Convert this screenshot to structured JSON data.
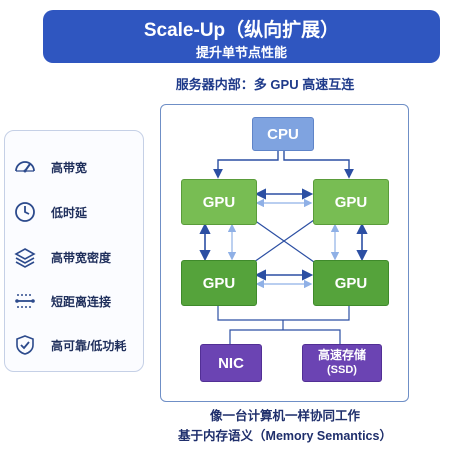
{
  "banner": {
    "title": "Scale-Up（纵向扩展）",
    "subtitle": "提升单节点性能"
  },
  "subheading": "服务器内部：多 GPU 高速互连",
  "sidebar": {
    "items": [
      {
        "icon": "gauge-icon",
        "label": "高带宽"
      },
      {
        "icon": "clock-icon",
        "label": "低时延"
      },
      {
        "icon": "layers-icon",
        "label": "高带宽密度"
      },
      {
        "icon": "short-link-icon",
        "label": "短距离连接"
      },
      {
        "icon": "shield-check-icon",
        "label": "高可靠/低功耗"
      }
    ]
  },
  "diagram": {
    "cpu": "CPU",
    "gpu_top_left": "GPU",
    "gpu_top_right": "GPU",
    "gpu_bottom_left": "GPU",
    "gpu_bottom_right": "GPU",
    "nic": "NIC",
    "storage_line1": "高速存储",
    "storage_line2": "(SSD)"
  },
  "footer": {
    "line1": "像一台计算机一样协同工作",
    "line2": "基于内存语义（Memory Semantics）"
  },
  "colors": {
    "banner": "#2f56c0",
    "cpu": "#7fa3e0",
    "gpu": "#6fb34b",
    "io": "#6b44b3",
    "link": "#2c4fa3"
  }
}
